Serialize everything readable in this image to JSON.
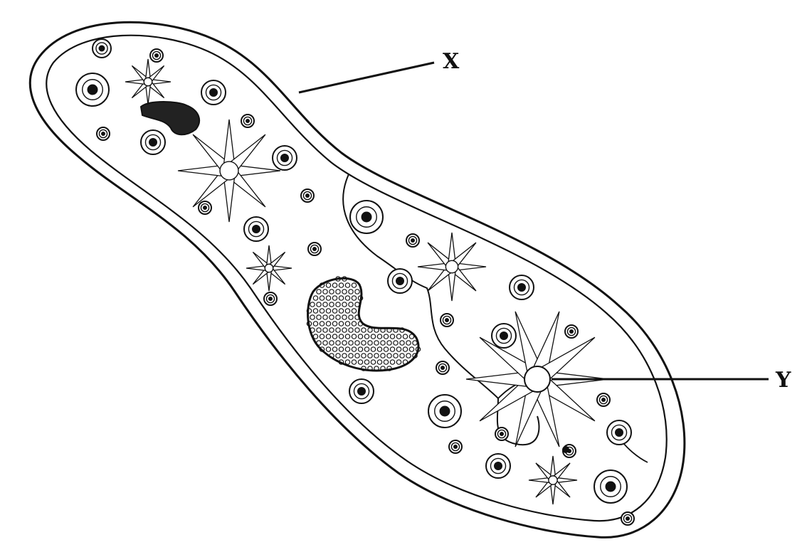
{
  "diagram": {
    "subject": "paramecium",
    "labels": {
      "x": "X",
      "y": "Y"
    },
    "colors": {
      "ink": "#111111",
      "background": "#ffffff"
    }
  }
}
